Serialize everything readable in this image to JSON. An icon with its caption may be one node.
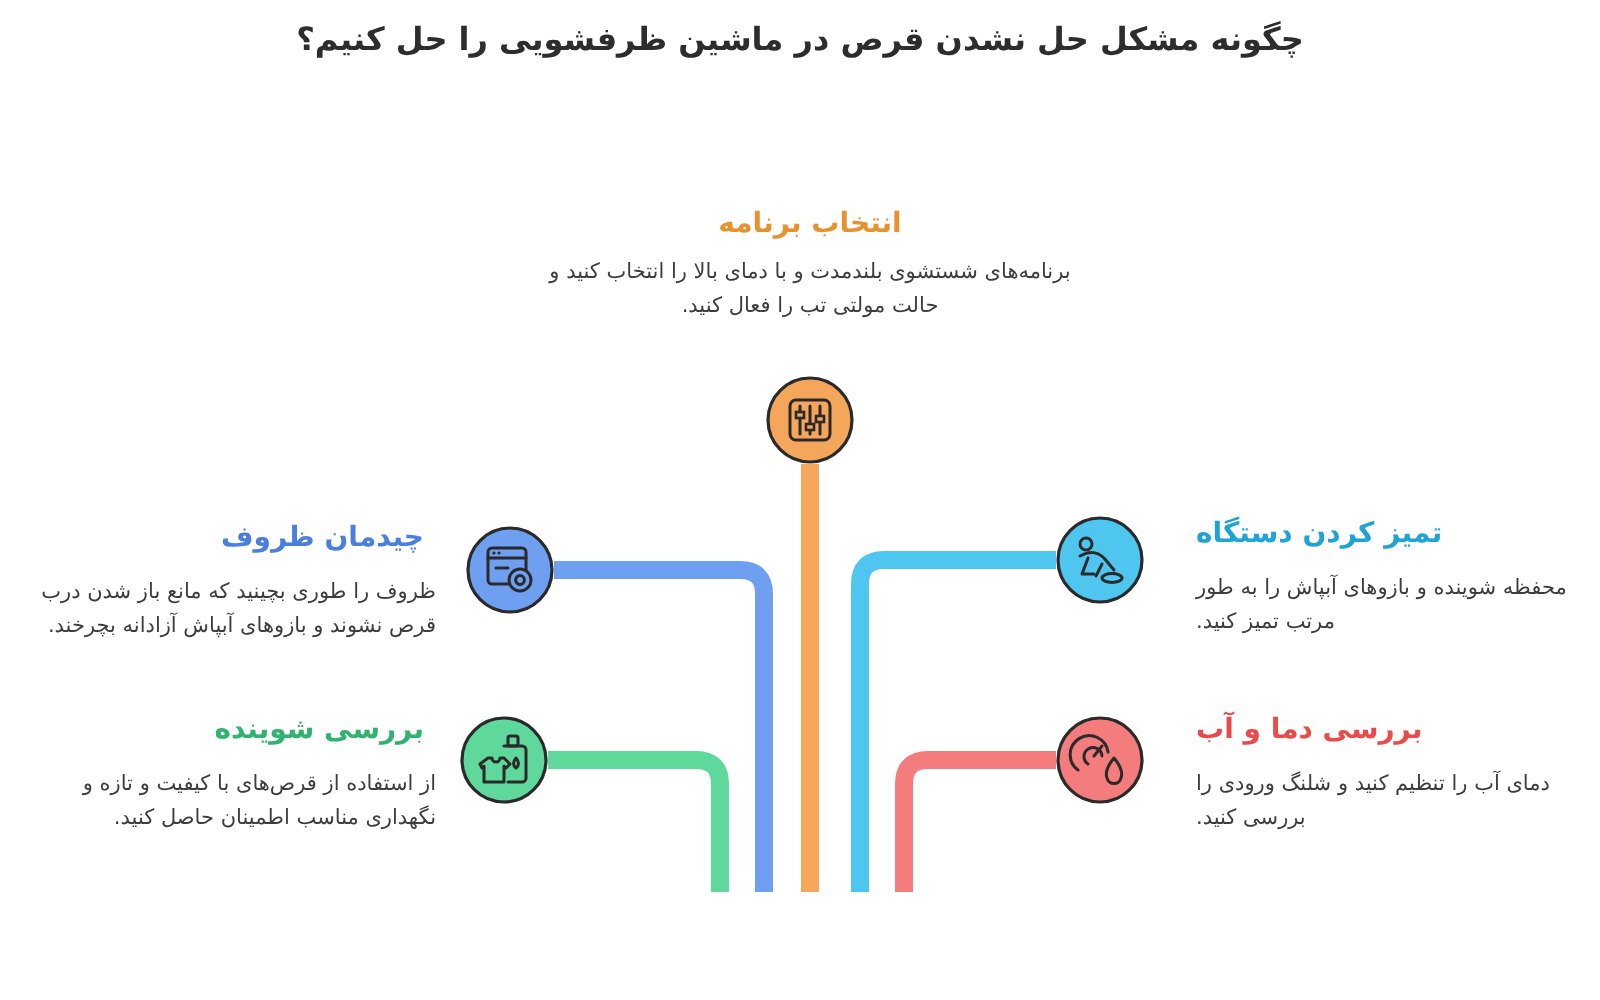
{
  "diagram": {
    "title": "چگونه مشکل حل نشدن قرص در ماشین ظرفشویی را حل کنیم؟",
    "nodes": [
      {
        "text": [
          "انتخاب برنامه",
          "برنامه‌های شستشوی بلندمدت و با دمای بالا را انتخاب کنید و حالت مولتی تب را فعال کنید."
        ]
      },
      {
        "text": [
          "چیدمان ظروف",
          "ظروف را طوری بچینید که مانع باز شدن درب قرص نشوند و بازوهای آبپاش آزادانه بچرخند."
        ]
      },
      {
        "text": [
          "بررسی شوینده",
          "از استفاده از قرص‌های با کیفیت و تازه و نگهداری مناسب اطمینان حاصل کنید."
        ]
      },
      {
        "text": [
          "تمیز کردن دستگاه",
          "محفظه شوینده و بازوهای آبپاش را به طور مرتب تمیز کنید."
        ]
      },
      {
        "text": [
          "بررسی دما و آب",
          "دمای آب را تنظیم کنید و شلنگ ورودی را بررسی کنید."
        ]
      }
    ],
    "edges": [
      {
        "from": 0,
        "to": null,
        "arrow": "none",
        "color": "#f4a65a"
      },
      {
        "from": 1,
        "to": null,
        "arrow": "none",
        "color": "#6f9ff0"
      },
      {
        "from": 2,
        "to": null,
        "arrow": "none",
        "color": "#5fd89c"
      },
      {
        "from": 3,
        "to": null,
        "arrow": "none",
        "color": "#4fc6ef"
      },
      {
        "from": 4,
        "to": null,
        "arrow": "none",
        "color": "#f47c7c"
      }
    ]
  }
}
